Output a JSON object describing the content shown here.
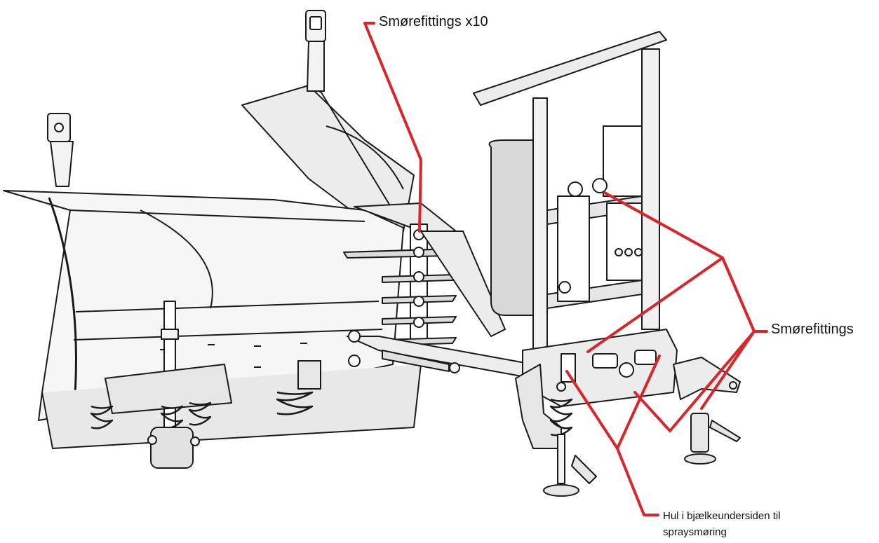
{
  "callouts": {
    "top": "Smørefittings x10",
    "right": "Smørefittings",
    "bottom_line1": "Hul i bjælkeundersiden til",
    "bottom_line2": "spraysmøring"
  },
  "colors": {
    "leader": "#d9262b",
    "outline": "#1a1a1a",
    "fill_light": "#f3f3f3",
    "fill_mid": "#e2e2e2",
    "fill_dark": "#c8c8c8",
    "background": "#ffffff"
  }
}
